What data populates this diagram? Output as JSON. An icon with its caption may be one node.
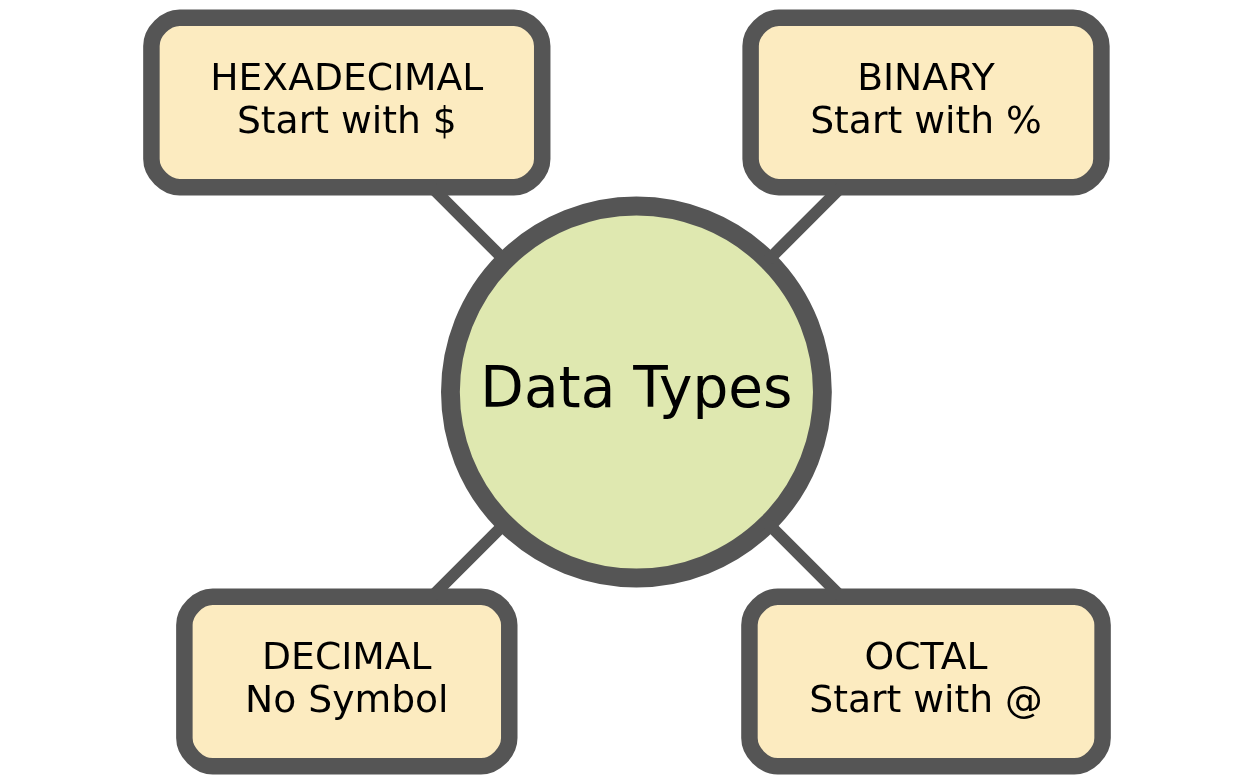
{
  "diagram": {
    "nodes": [
      {
        "text": [
          "BINARY",
          "Start with %"
        ]
      },
      {
        "text": [
          "HEXADECIMAL",
          "Start with $"
        ]
      },
      {
        "text": [
          "Data Types"
        ]
      },
      {
        "text": [
          "DECIMAL",
          "No Symbol"
        ]
      },
      {
        "text": [
          "OCTAL",
          "Start with @"
        ]
      }
    ],
    "edges": [
      {
        "from": 2,
        "to": 0,
        "arrow": "none"
      },
      {
        "from": 2,
        "to": 1,
        "arrow": "none"
      },
      {
        "from": 2,
        "to": 3,
        "arrow": "none"
      },
      {
        "from": 2,
        "to": 4,
        "arrow": "none"
      }
    ]
  }
}
